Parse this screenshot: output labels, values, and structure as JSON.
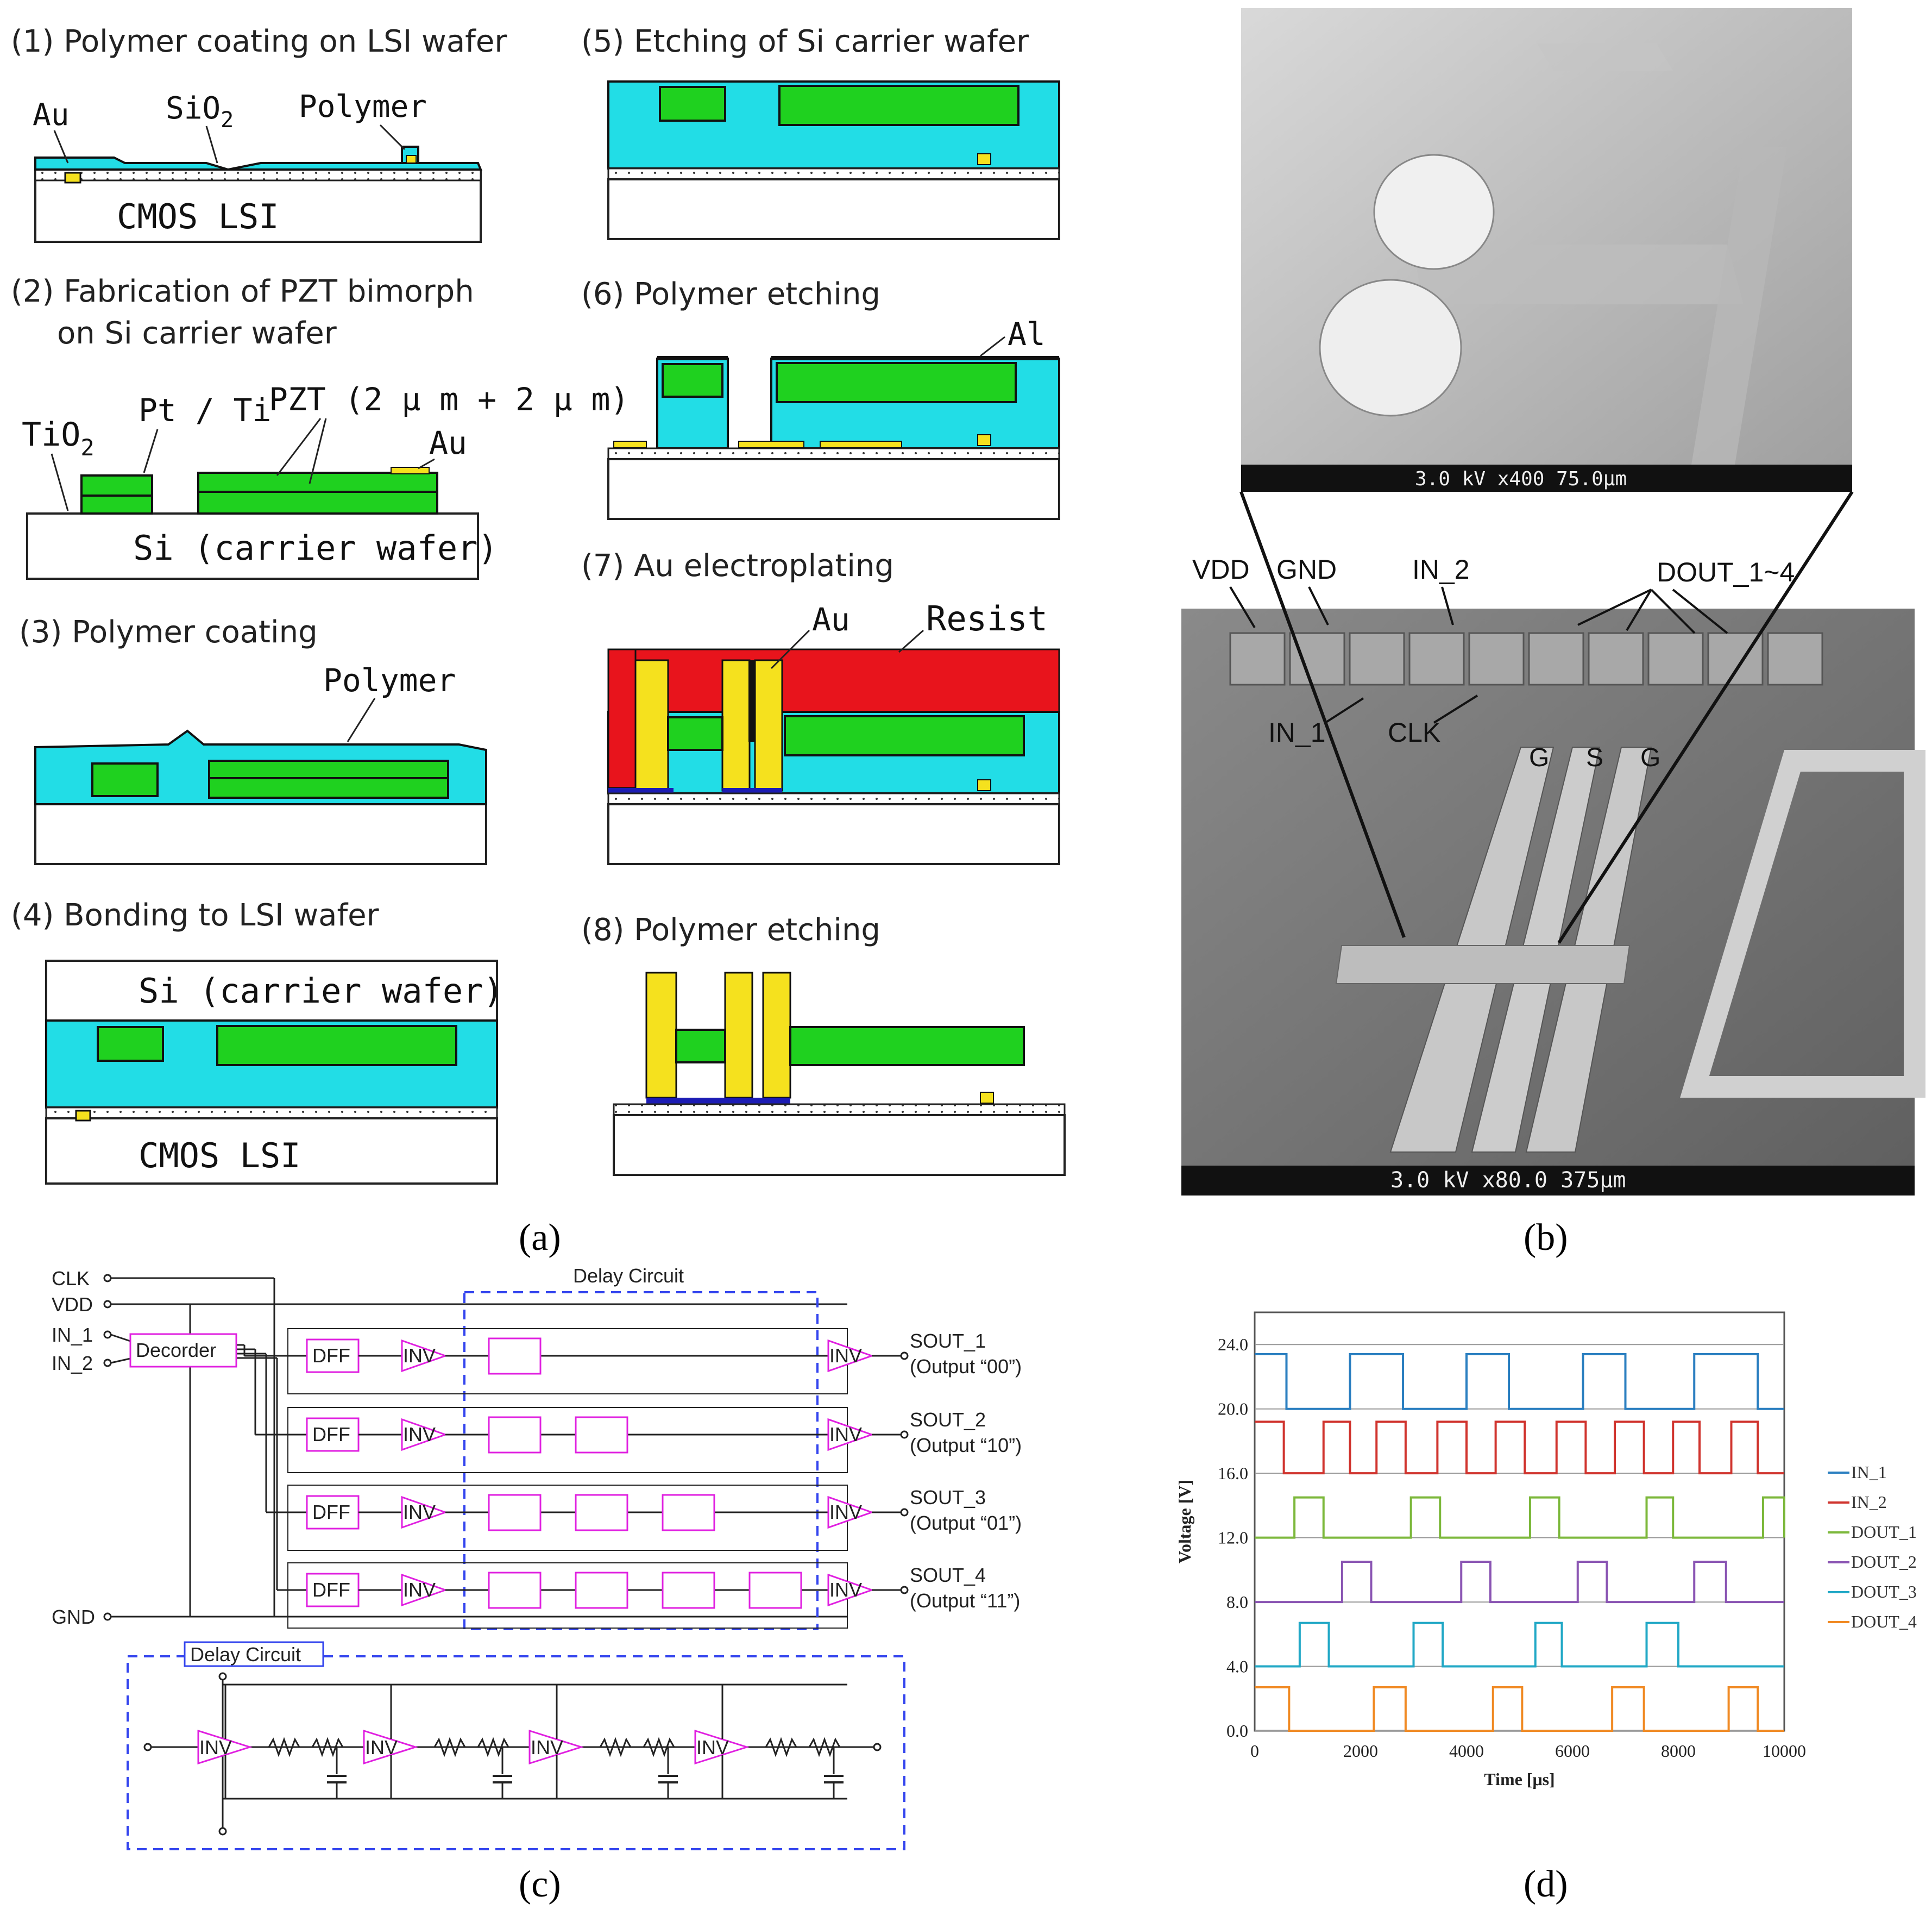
{
  "panel_a": {
    "steps": [
      {
        "label": "(1) Polymer coating on LSI wafer"
      },
      {
        "label": "(2) Fabrication of PZT bimorph",
        "line2": "on Si carrier wafer"
      },
      {
        "label": "(3) Polymer coating"
      },
      {
        "label": "(4) Bonding to LSI wafer"
      },
      {
        "label": "(5) Etching of Si carrier wafer"
      },
      {
        "label": "(6) Polymer etching"
      },
      {
        "label": "(7) Au electroplating"
      },
      {
        "label": "(8) Polymer etching"
      }
    ],
    "labels": {
      "au": "Au",
      "sio2": "SiO",
      "sio2_sub": "2",
      "polymer": "Polymer",
      "cmos": "CMOS LSI",
      "tio2": "TiO",
      "tio2_sub": "2",
      "ptti": "Pt / Ti",
      "pzt": "PZT (2 μ m + 2 μ m)",
      "si_carrier": "Si (carrier wafer)",
      "al": "Al",
      "resist": "Resist"
    },
    "colors": {
      "polymer": "#22dde6",
      "pzt": "#1fd11f",
      "au": "#f5e11e",
      "resist": "#e8141c",
      "seed": "#1c1cb4"
    }
  },
  "panel_b": {
    "sem_top_readout": "3.0 kV  x400  75.0μm",
    "sem_bottom_readout": "3.0 kV x80.0   375μm",
    "pads": {
      "vdd": "VDD",
      "gnd": "GND",
      "in2": "IN_2",
      "dout": "DOUT_1~4",
      "in1": "IN_1",
      "clk": "CLK"
    },
    "gsg": [
      "G",
      "S",
      "G"
    ]
  },
  "panel_c": {
    "inputs": [
      "CLK",
      "VDD",
      "IN_1",
      "IN_2",
      "GND"
    ],
    "decoder": "Decorder",
    "dff": "DFF",
    "inv": "INV",
    "delay_title": "Delay Circuit",
    "outputs": [
      {
        "name": "SOUT_1",
        "code": "(Output “00”)"
      },
      {
        "name": "SOUT_2",
        "code": "(Output “10”)"
      },
      {
        "name": "SOUT_3",
        "code": "(Output “01”)"
      },
      {
        "name": "SOUT_4",
        "code": "(Output “11”)"
      }
    ],
    "detail_title": "Delay Circuit",
    "colors": {
      "block": "#e020e0",
      "dash": "#3344ee"
    }
  },
  "chart_data": {
    "type": "line",
    "xlabel": "Time [μs]",
    "ylabel": "Voltage [V]",
    "xlim": [
      0,
      10000
    ],
    "ylim": [
      0,
      26
    ],
    "xticks": [
      "0",
      "2000",
      "4000",
      "6000",
      "8000",
      "10000"
    ],
    "yticks": [
      "0.0",
      "4.0",
      "8.0",
      "12.0",
      "16.0",
      "20.0",
      "24.0"
    ],
    "grid": true,
    "legend_position": "right",
    "series": [
      {
        "name": "IN_1",
        "color": "#2b7fc0",
        "low": 20.0,
        "high": 23.4,
        "high_intervals": [
          [
            0,
            600
          ],
          [
            1800,
            2800
          ],
          [
            4000,
            4800
          ],
          [
            6200,
            7000
          ],
          [
            8300,
            9500
          ]
        ]
      },
      {
        "name": "IN_2",
        "color": "#d0342e",
        "low": 16.0,
        "high": 19.2,
        "high_intervals": [
          [
            0,
            550
          ],
          [
            1300,
            1800
          ],
          [
            2300,
            2850
          ],
          [
            3450,
            4000
          ],
          [
            4550,
            5100
          ],
          [
            5700,
            6250
          ],
          [
            6800,
            7350
          ],
          [
            7900,
            8400
          ],
          [
            9000,
            9500
          ]
        ]
      },
      {
        "name": "DOUT_1",
        "color": "#7cb83b",
        "low": 12.0,
        "high": 14.5,
        "high_intervals": [
          [
            750,
            1300
          ],
          [
            2950,
            3500
          ],
          [
            5200,
            5750
          ],
          [
            7400,
            7900
          ],
          [
            9600,
            10000
          ]
        ]
      },
      {
        "name": "DOUT_2",
        "color": "#8a55b3",
        "low": 8.0,
        "high": 10.5,
        "high_intervals": [
          [
            1650,
            2200
          ],
          [
            3900,
            4450
          ],
          [
            6100,
            6650
          ],
          [
            8300,
            8900
          ]
        ]
      },
      {
        "name": "DOUT_3",
        "color": "#22a8c6",
        "low": 4.0,
        "high": 6.7,
        "high_intervals": [
          [
            850,
            1400
          ],
          [
            3000,
            3550
          ],
          [
            5300,
            5800
          ],
          [
            7400,
            8000
          ]
        ]
      },
      {
        "name": "DOUT_4",
        "color": "#f08a24",
        "low": 0.0,
        "high": 2.7,
        "high_intervals": [
          [
            0,
            650
          ],
          [
            2250,
            2850
          ],
          [
            4500,
            5050
          ],
          [
            6750,
            7350
          ],
          [
            8950,
            9500
          ]
        ]
      }
    ]
  },
  "captions": {
    "a": "(a)",
    "b": "(b)",
    "c": "(c)",
    "d": "(d)"
  }
}
